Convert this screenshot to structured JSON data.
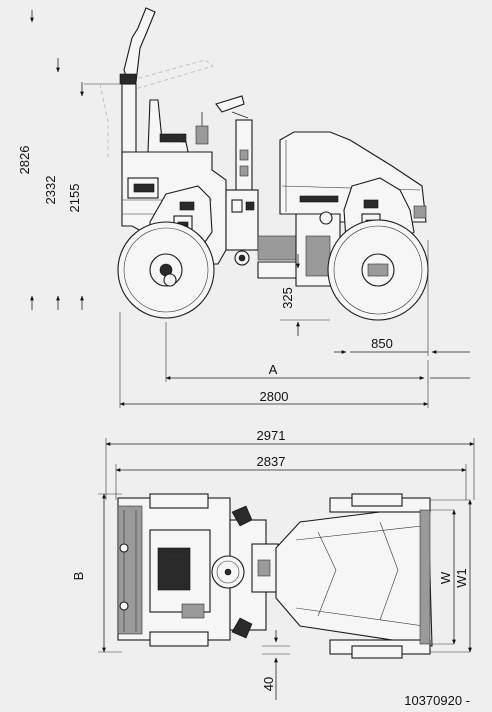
{
  "side_view": {
    "heights": [
      "2826",
      "2332",
      "2155"
    ],
    "ground_clearance": "325",
    "overhang": "850",
    "wheelbase_label": "A",
    "length": "2800"
  },
  "top_view": {
    "overall_length": "2971",
    "frame_length": "2837",
    "width_b": "B",
    "width_w": "W",
    "width_w1": "W1",
    "side_clearance": "40"
  },
  "drawing_id": "10370920 -",
  "colors": {
    "line": "#222222",
    "background": "#efefef"
  }
}
